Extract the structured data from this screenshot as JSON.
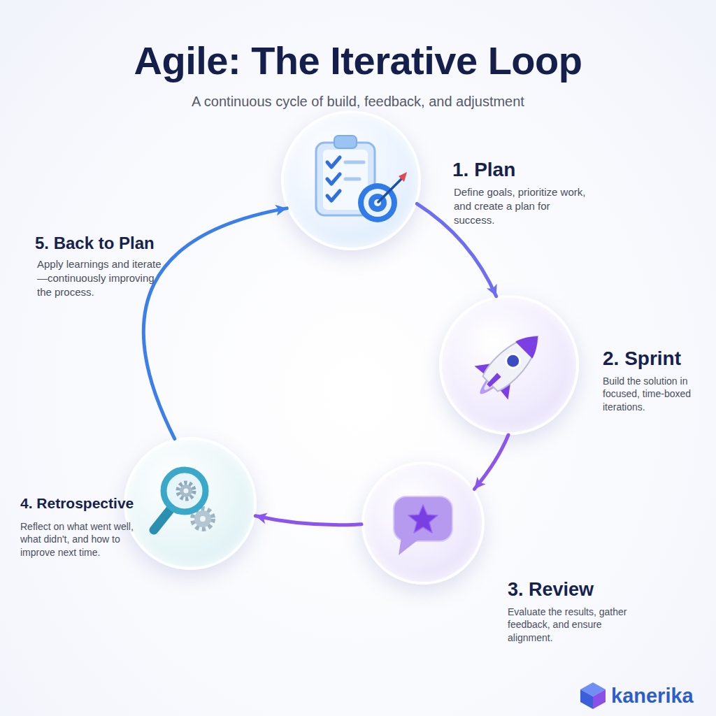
{
  "diagram": {
    "title": "Agile: The Iterative Loop",
    "caption": "A continuous cycle of build, feedback, and adjustment",
    "nodes": [
      {
        "text": [
          "1. Plan",
          "Define goals, prioritize work, and create a plan for success."
        ]
      },
      {
        "text": [
          "2. Sprint",
          "Build the solution in focused, time-boxed iterations."
        ]
      },
      {
        "text": [
          "3. Review",
          "Evaluate the results, gather feedback, and ensure alignment."
        ]
      },
      {
        "text": [
          "4. Retrospective",
          "Reflect on what went well, what didn't, and how to improve next time."
        ]
      }
    ],
    "edges": [
      {
        "from": 0,
        "to": 1,
        "arrow": "to"
      },
      {
        "from": 1,
        "to": 2,
        "arrow": "to"
      },
      {
        "from": 2,
        "to": 3,
        "arrow": "to"
      },
      {
        "from": 3,
        "to": 0,
        "arrow": "to"
      }
    ],
    "labels": [
      "5. Back to Plan",
      "Apply learnings and iterate—continuously improving the process.",
      "kanerika"
    ]
  }
}
